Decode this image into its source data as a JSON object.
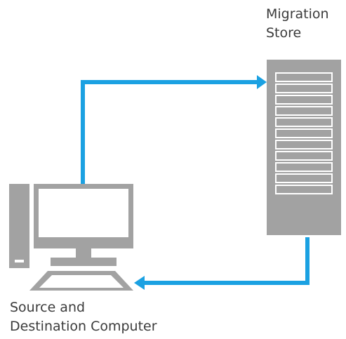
{
  "labels": {
    "store_line1": "Migration",
    "store_line2": "Store",
    "computer_line1": "Source and",
    "computer_line2": "Destination Computer"
  },
  "colors": {
    "arrow": "#1ba1e2",
    "device": "#a2a2a2",
    "device_light": "#ffffff",
    "text": "#3b3b3b"
  },
  "icons": {
    "store": "server-rack-icon",
    "computer": "desktop-computer-icon"
  }
}
